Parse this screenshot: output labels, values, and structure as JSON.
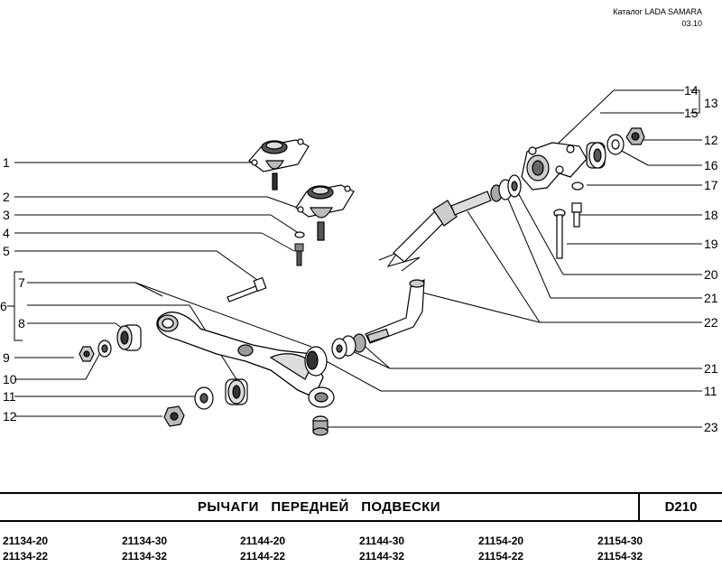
{
  "header": {
    "catalog": "Каталог  LADA SAMARA",
    "page": "03.10"
  },
  "title": "РЫЧАГИ   ПЕРЕДНЕЙ   ПОДВЕСКИ",
  "code": "D210",
  "callouts": {
    "c1": "1",
    "c2": "2",
    "c3": "3",
    "c4": "4",
    "c5": "5",
    "c6": "6",
    "c7": "7",
    "c8": "8",
    "c9": "9",
    "c10": "10",
    "c11a": "11",
    "c12a": "12",
    "c14": "14",
    "c13": "13",
    "c15": "15",
    "c12b": "12",
    "c16": "16",
    "c17": "17",
    "c18": "18",
    "c19": "19",
    "c20": "20",
    "c21a": "21",
    "c22": "22",
    "c21b": "21",
    "c11b": "11",
    "c23": "23"
  },
  "models": [
    [
      "21134-20",
      "21134-22"
    ],
    [
      "21134-30",
      "21134-32"
    ],
    [
      "21144-20",
      "21144-22"
    ],
    [
      "21144-30",
      "21144-32"
    ],
    [
      "21154-20",
      "21154-22"
    ],
    [
      "21154-30",
      "21154-32"
    ]
  ]
}
